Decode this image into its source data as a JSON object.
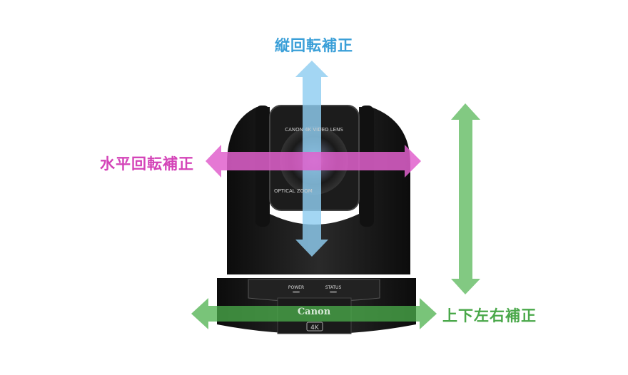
{
  "labels": {
    "tilt_correction": "縦回転補正",
    "pan_correction": "水平回転補正",
    "shift_correction": "上下左右補正"
  },
  "camera": {
    "brand_logo": "Canon",
    "badge": "4K",
    "power_label": "POWER",
    "status_label": "STATUS",
    "lens_text_top": "CANON 4K VIDEO LENS",
    "lens_text_left": "OPTICAL ZOOM"
  },
  "colors": {
    "tilt": "#8fcdf0",
    "pan": "#e060cc",
    "shift": "#6cc06c"
  }
}
